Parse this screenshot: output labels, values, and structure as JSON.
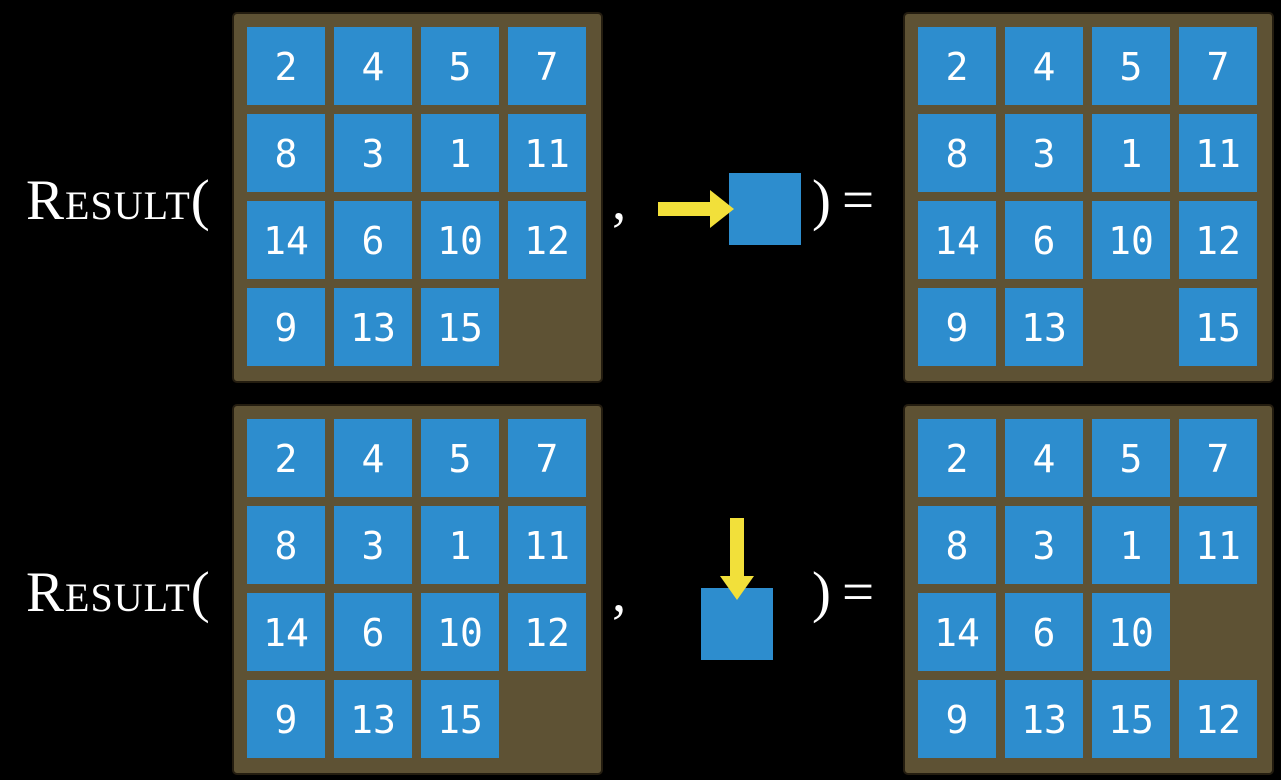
{
  "colors": {
    "background": "#000000",
    "tile_blue": "#2d8dce",
    "frame_brown": "#5e5234",
    "frame_rim": "#241d10",
    "arrow_yellow": "#f2e03a",
    "text_white": "#ffffff"
  },
  "examples": [
    {
      "label": "Result(",
      "comma": ",",
      "close_paren": ")",
      "equals": "=",
      "action": {
        "direction": "right",
        "icon": "arrow-right-icon"
      },
      "input_grid": {
        "rows": [
          [
            "2",
            "4",
            "5",
            "7"
          ],
          [
            "8",
            "3",
            "1",
            "11"
          ],
          [
            "14",
            "6",
            "10",
            "12"
          ],
          [
            "9",
            "13",
            "15",
            null
          ]
        ]
      },
      "output_grid": {
        "rows": [
          [
            "2",
            "4",
            "5",
            "7"
          ],
          [
            "8",
            "3",
            "1",
            "11"
          ],
          [
            "14",
            "6",
            "10",
            "12"
          ],
          [
            "9",
            "13",
            null,
            "15"
          ]
        ]
      }
    },
    {
      "label": "Result(",
      "comma": ",",
      "close_paren": ")",
      "equals": "=",
      "action": {
        "direction": "down",
        "icon": "arrow-down-icon"
      },
      "input_grid": {
        "rows": [
          [
            "2",
            "4",
            "5",
            "7"
          ],
          [
            "8",
            "3",
            "1",
            "11"
          ],
          [
            "14",
            "6",
            "10",
            "12"
          ],
          [
            "9",
            "13",
            "15",
            null
          ]
        ]
      },
      "output_grid": {
        "rows": [
          [
            "2",
            "4",
            "5",
            "7"
          ],
          [
            "8",
            "3",
            "1",
            "11"
          ],
          [
            "14",
            "6",
            "10",
            null
          ],
          [
            "9",
            "13",
            "15",
            "12"
          ]
        ]
      }
    }
  ]
}
